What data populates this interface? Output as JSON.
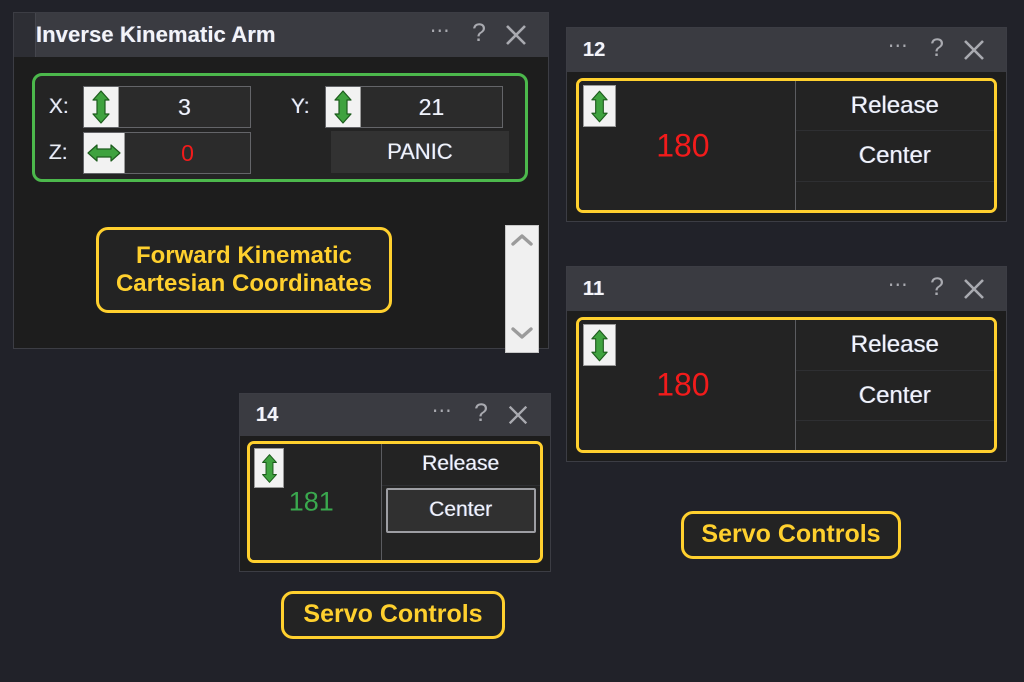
{
  "background_color": "#212229",
  "accent_colors": {
    "callout_yellow": "#ffd02e",
    "group_green": "#4cb84c",
    "value_red": "#f21b1b",
    "value_green": "#3aa84e"
  },
  "titlebar_icons": {
    "dots": "more-options",
    "help": "?",
    "close": "close-x"
  },
  "ik_window": {
    "title": "Inverse Kinematic Arm",
    "fields": [
      {
        "label": "X:",
        "value": "3",
        "icon": "vertical-double-arrow",
        "color": "white"
      },
      {
        "label": "Y:",
        "value": "21",
        "icon": "vertical-double-arrow",
        "color": "white"
      },
      {
        "label": "Z:",
        "value": "0",
        "icon": "horizontal-double-arrow",
        "color": "red"
      }
    ],
    "panic_button": "PANIC",
    "scrollbar": {
      "up": "chevron-up-icon",
      "down": "chevron-down-icon"
    }
  },
  "callouts": [
    {
      "id": "fk",
      "line1": "Forward Kinematic",
      "line2": "Cartesian Coordinates"
    },
    {
      "id": "servo_a",
      "text": "Servo Controls"
    },
    {
      "id": "servo_b",
      "text": "Servo Controls"
    }
  ],
  "servo_windows": [
    {
      "title": "12",
      "value": "180",
      "value_color": "red",
      "icon": "vertical-double-arrow",
      "buttons": [
        "Release",
        "Center"
      ]
    },
    {
      "title": "11",
      "value": "180",
      "value_color": "red",
      "icon": "vertical-double-arrow",
      "buttons": [
        "Release",
        "Center"
      ]
    },
    {
      "title": "14",
      "value": "181",
      "value_color": "green",
      "icon": "vertical-double-arrow",
      "buttons": [
        "Release",
        "Center"
      ]
    }
  ]
}
